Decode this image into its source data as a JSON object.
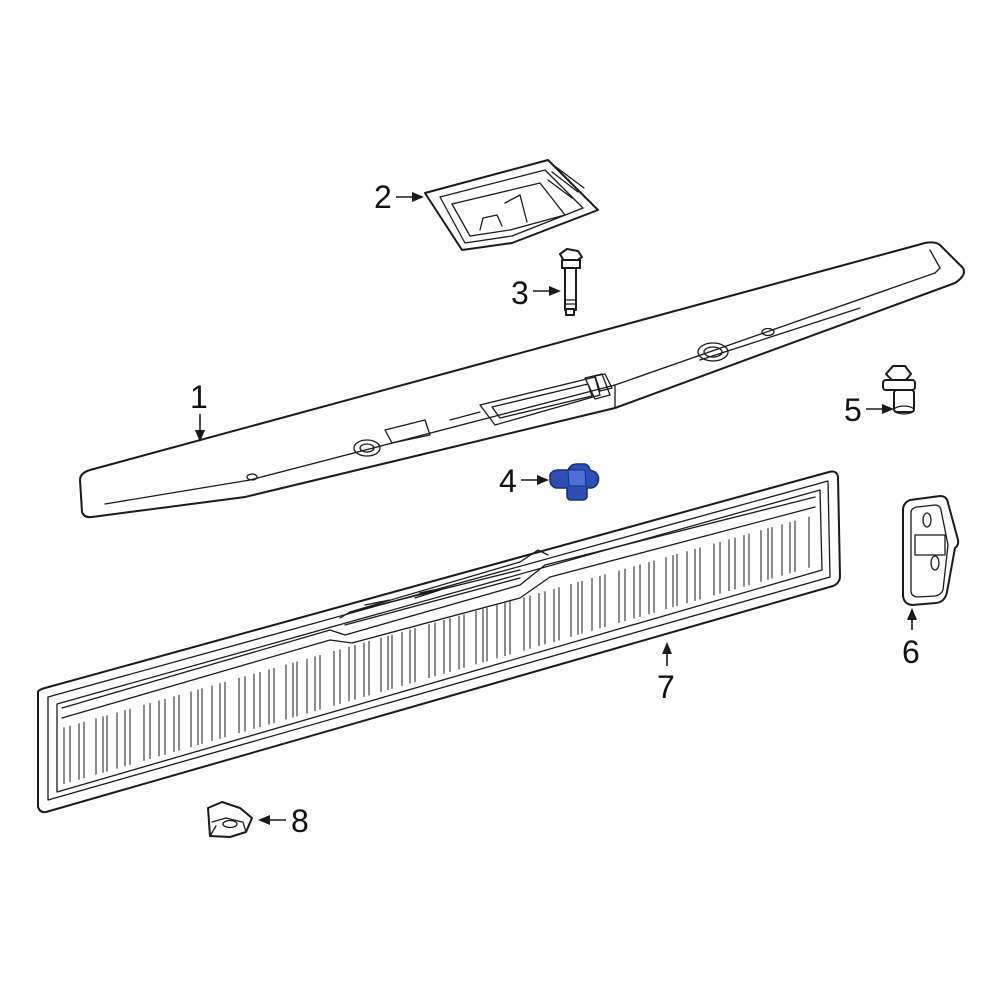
{
  "diagram": {
    "highlight_color": "#2d4fb5",
    "line_color": "#1a1a1a",
    "callouts": [
      {
        "id": "c1",
        "label": "1",
        "part": "applique-panel"
      },
      {
        "id": "c2",
        "label": "2",
        "part": "handle-bezel"
      },
      {
        "id": "c3",
        "label": "3",
        "part": "bolt"
      },
      {
        "id": "c4",
        "label": "4",
        "part": "clip",
        "highlighted": true
      },
      {
        "id": "c5",
        "label": "5",
        "part": "bolt"
      },
      {
        "id": "c6",
        "label": "6",
        "part": "bracket"
      },
      {
        "id": "c7",
        "label": "7",
        "part": "trim-panel"
      },
      {
        "id": "c8",
        "label": "8",
        "part": "nut"
      }
    ]
  }
}
